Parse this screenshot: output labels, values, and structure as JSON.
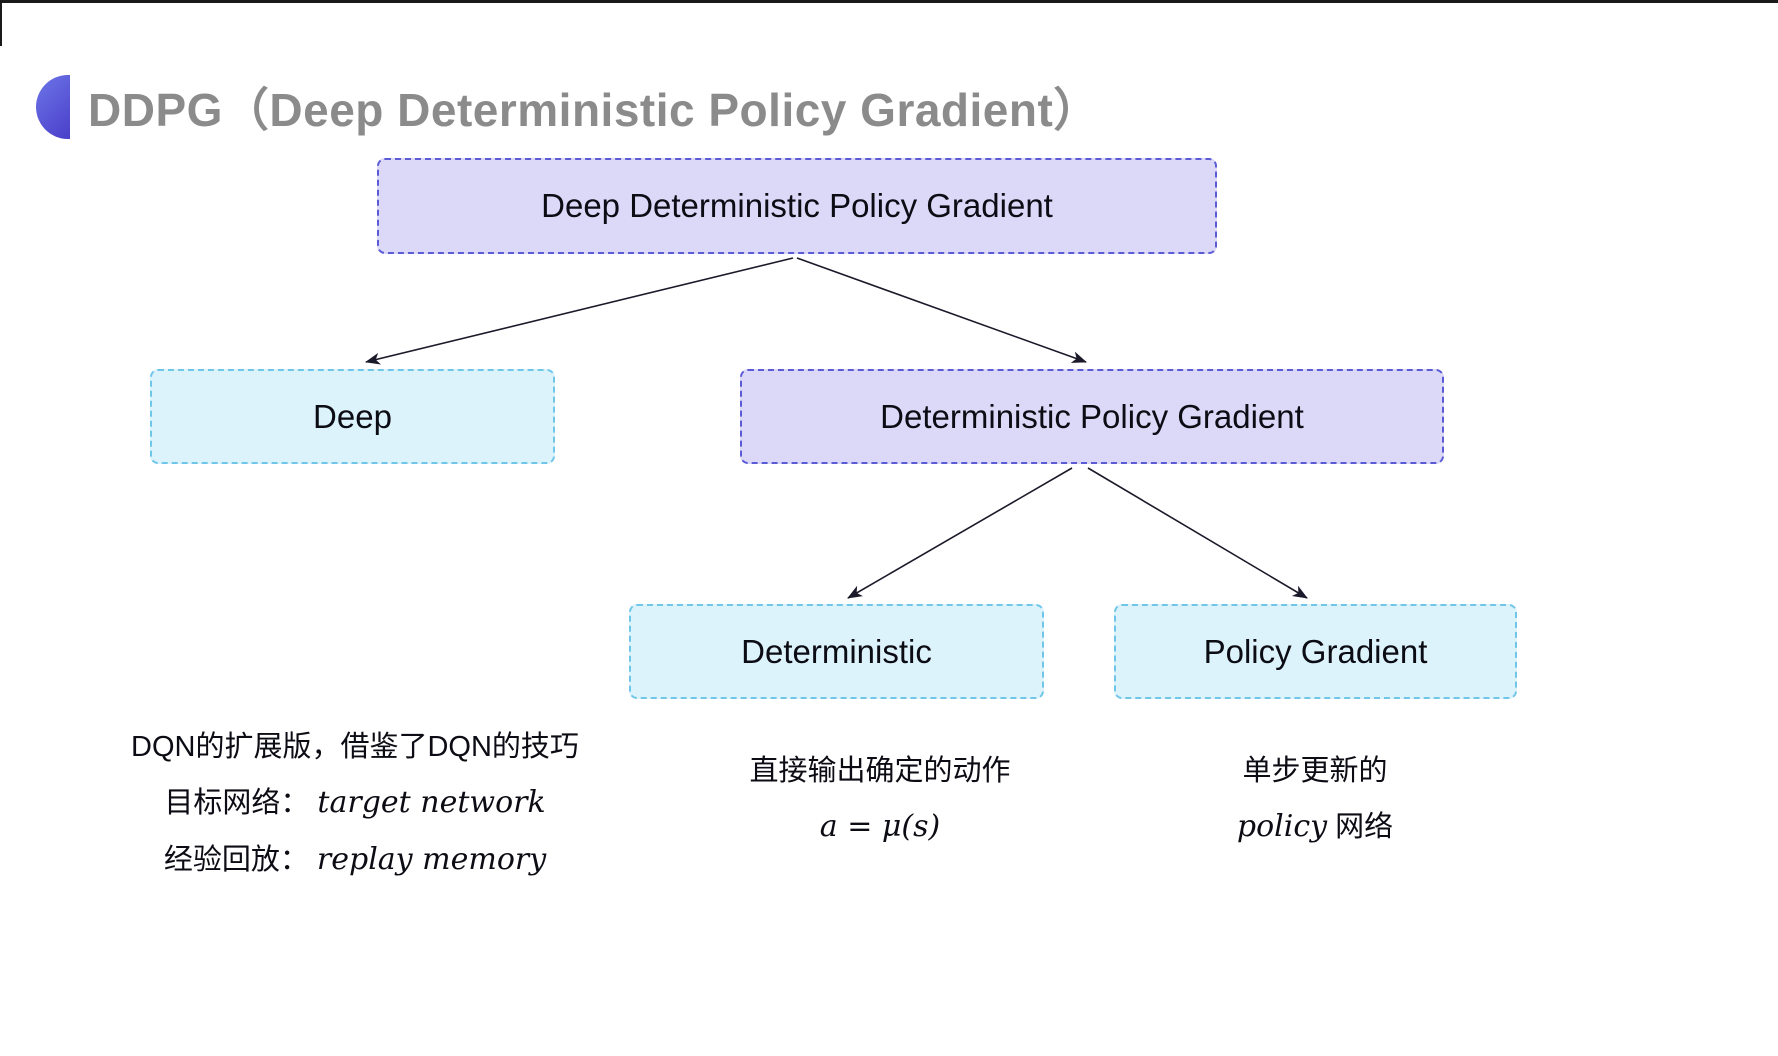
{
  "slide": {
    "title": "DDPG（Deep Deterministic Policy Gradient）"
  },
  "diagram": {
    "nodes": {
      "root": {
        "label": "Deep Deterministic Policy Gradient"
      },
      "deep": {
        "label": "Deep"
      },
      "dpg": {
        "label": "Deterministic Policy Gradient"
      },
      "deterministic": {
        "label": "Deterministic"
      },
      "policy_gradient": {
        "label": "Policy Gradient"
      }
    },
    "colors": {
      "purple_fill": "#dcd9f8",
      "purple_border": "#5b5bd6",
      "cyan_fill": "#ddf3fc",
      "cyan_border": "#6fc6e9",
      "arrow": "#1a1a2a",
      "title_gray": "#8b8b8b",
      "bullet_blue": "#4a3fc9"
    }
  },
  "notes": {
    "deep": {
      "line1": "DQN的扩展版，借鉴了DQN的技巧",
      "line2_label": "目标网络：",
      "line2_term": "target network",
      "line3_label": "经验回放：",
      "line3_term": "replay memory"
    },
    "deterministic": {
      "line1": "直接输出确定的动作",
      "formula": "a = μ(s)"
    },
    "policy_gradient": {
      "line1": "单步更新的",
      "term": "policy",
      "rest": " 网络"
    }
  }
}
